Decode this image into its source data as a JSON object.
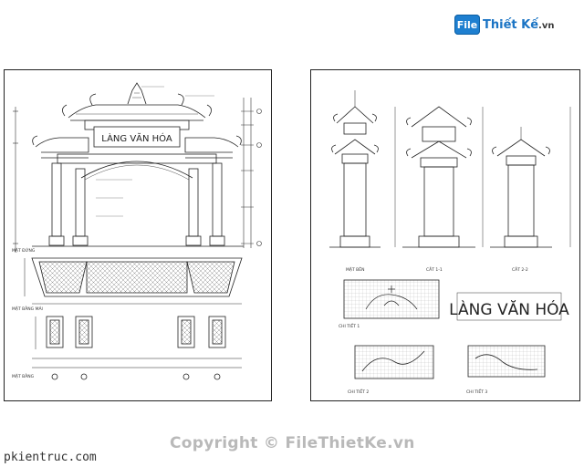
{
  "watermark_logo": {
    "file": "File",
    "brand": "Thiết Kế",
    "domain": ".vn"
  },
  "left_sheet": {
    "gate_sign": "LÀNG VĂN HÓA",
    "labels": {
      "front": "MẶT ĐỨNG",
      "roof_plan": "MẶT BẰNG MÁI",
      "plan": "MẶT BẰNG"
    }
  },
  "right_sheet": {
    "labels": {
      "side": "MẶT BÊN",
      "section1": "CẮT 1-1",
      "section2": "CẮT 2-2",
      "detail1": "CHI TIẾT 1",
      "detail2": "CHI TIẾT 2",
      "detail3": "CHI TIẾT 3"
    },
    "sign_text": "LÀNG VĂN HÓA"
  },
  "footer": {
    "copyright": "Copyright © FileThietKe.vn",
    "site": "pkientruc.com"
  }
}
